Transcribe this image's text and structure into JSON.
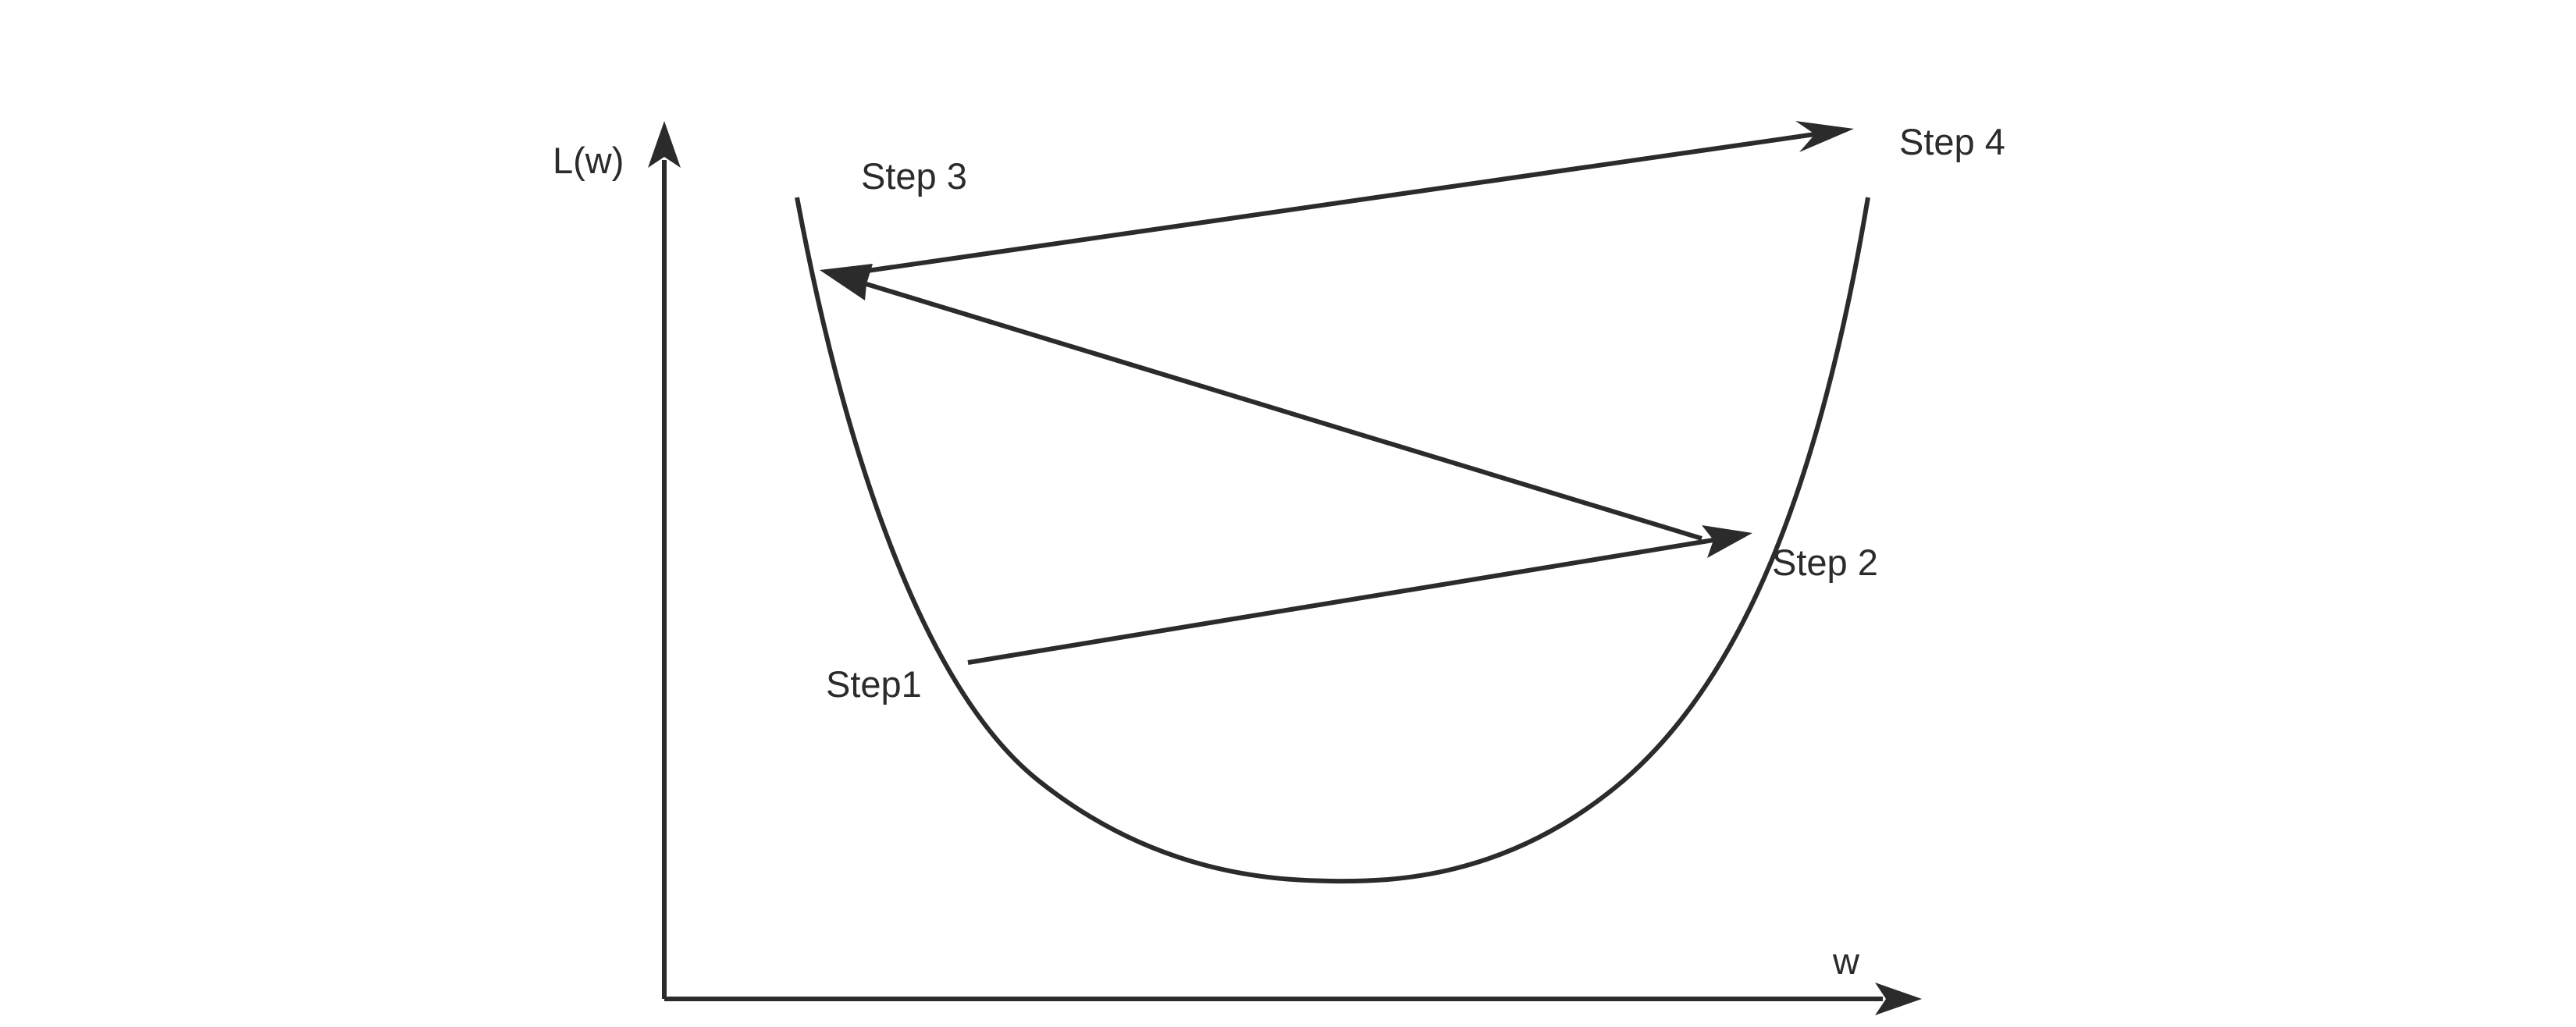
{
  "diagram": {
    "axis_labels": {
      "y": "L(w)",
      "x": "w"
    },
    "steps": [
      {
        "label": "Step1"
      },
      {
        "label": "Step 2"
      },
      {
        "label": "Step 3"
      },
      {
        "label": "Step 4"
      }
    ],
    "colors": {
      "ink": "#2b2b2b",
      "background": "#ffffff"
    }
  }
}
